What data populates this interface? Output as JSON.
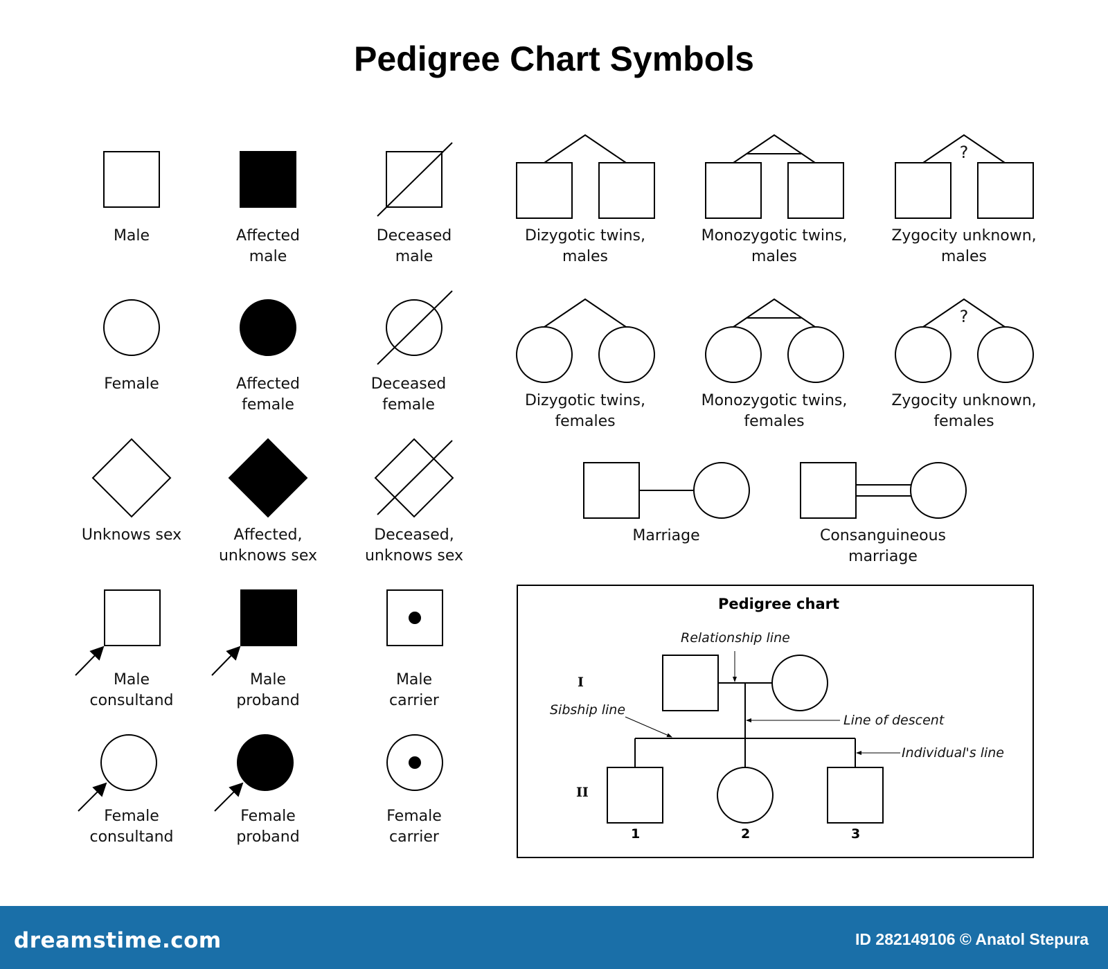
{
  "title": "Pedigree Chart Symbols",
  "symbols": [
    {
      "label1": "Male",
      "label2": ""
    },
    {
      "label1": "Affected",
      "label2": "male"
    },
    {
      "label1": "Deceased",
      "label2": "male"
    },
    {
      "label1": "Female",
      "label2": ""
    },
    {
      "label1": "Affected",
      "label2": "female"
    },
    {
      "label1": "Deceased",
      "label2": "female"
    },
    {
      "label1": "Unknows sex",
      "label2": ""
    },
    {
      "label1": "Affected,",
      "label2": "unknows sex"
    },
    {
      "label1": "Deceased,",
      "label2": "unknows sex"
    },
    {
      "label1": "Male",
      "label2": "consultand"
    },
    {
      "label1": "Male",
      "label2": "proband"
    },
    {
      "label1": "Male",
      "label2": "carrier"
    },
    {
      "label1": "Female",
      "label2": "consultand"
    },
    {
      "label1": "Female",
      "label2": "proband"
    },
    {
      "label1": "Female",
      "label2": "carrier"
    }
  ],
  "twins": [
    {
      "label1": "Dizygotic twins,",
      "label2": "males"
    },
    {
      "label1": "Monozygotic twins,",
      "label2": "males"
    },
    {
      "label1": "Zygocity unknown,",
      "label2": "males",
      "mark": "?"
    },
    {
      "label1": "Dizygotic twins,",
      "label2": "females"
    },
    {
      "label1": "Monozygotic twins,",
      "label2": "females"
    },
    {
      "label1": "Zygocity unknown,",
      "label2": "females",
      "mark": "?"
    }
  ],
  "marriages": [
    {
      "label1": "Marriage",
      "label2": ""
    },
    {
      "label1": "Consanguineous",
      "label2": "marriage"
    }
  ],
  "pedigree": {
    "title": "Pedigree chart",
    "annotations": {
      "relationship": "Relationship line",
      "sibship": "Sibship line",
      "descent": "Line of descent",
      "individual": "Individual's line"
    },
    "generations": [
      "I",
      "II"
    ],
    "numbers": [
      "1",
      "2",
      "3"
    ]
  },
  "footer": {
    "brand": "dreamstime.com",
    "credit": "ID 282149106 © Anatol Stepura",
    "color": "#1a6fa8"
  }
}
